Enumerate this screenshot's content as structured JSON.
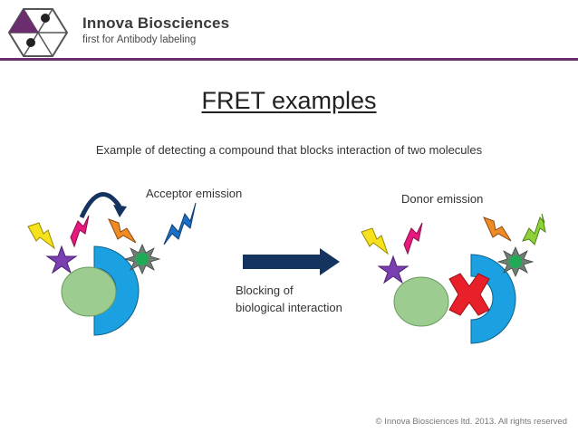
{
  "brand": {
    "name": "Innova Biosciences",
    "tagline": "first for Antibody labeling"
  },
  "slide": {
    "title": "FRET examples",
    "subtitle": "Example of detecting a compound that blocks interaction of two molecules"
  },
  "labels": {
    "acceptor_emission": "Acceptor emission",
    "donor_emission": "Donor emission",
    "blocking_line1": "Blocking of",
    "blocking_line2": "biological interaction"
  },
  "footer": {
    "copyright": "© Innova Biosciences ltd. 2013. All rights reserved"
  },
  "colors": {
    "accent_rule": "#6b2d6e",
    "arrow": "#14335f",
    "acceptor_arc": "#1ba1e2",
    "molecule": "#9ccc8f",
    "star_donor": "#7a3fb0",
    "star_acceptor": "#1faa55",
    "block_x": "#e8202a"
  }
}
